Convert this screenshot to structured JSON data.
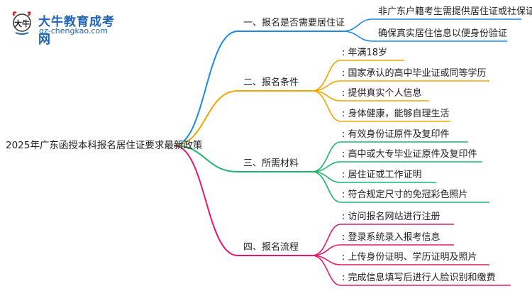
{
  "brand": {
    "name": "大牛教育成考网",
    "url": "gz-chengkao.com",
    "mark_text": "大牛"
  },
  "mindmap": {
    "root": "2025年广东函授本科报名居住证要求最新政策",
    "branches": [
      {
        "label": "一、报名是否需要居住证",
        "color": "#1e88e5",
        "children": [
          "非广东户籍考生需提供居住证或社保证明",
          "确保真实居住信息以便身份验证"
        ]
      },
      {
        "label": "二、报名条件",
        "color": "#f0a500",
        "children": [
          ": 年满18岁",
          ": 国家承认的高中毕业证或同等学历",
          ": 提供真实个人信息",
          ": 身体健康，能够自理生活"
        ]
      },
      {
        "label": "三、所需材料",
        "color": "#1db56b",
        "children": [
          ": 有效身份证原件及复印件",
          ": 高中或大专毕业证原件及复印件",
          ": 居住证或工作证明",
          ": 符合规定尺寸的免冠彩色照片"
        ]
      },
      {
        "label": "四、报名流程",
        "color": "#e3196b",
        "children": [
          ": 访问报名网站进行注册",
          ": 登录系统录入报考信息",
          ": 上传身份证明、学历证明及照片",
          ": 完成信息填写后进行人脸识别和缴费"
        ]
      }
    ]
  }
}
